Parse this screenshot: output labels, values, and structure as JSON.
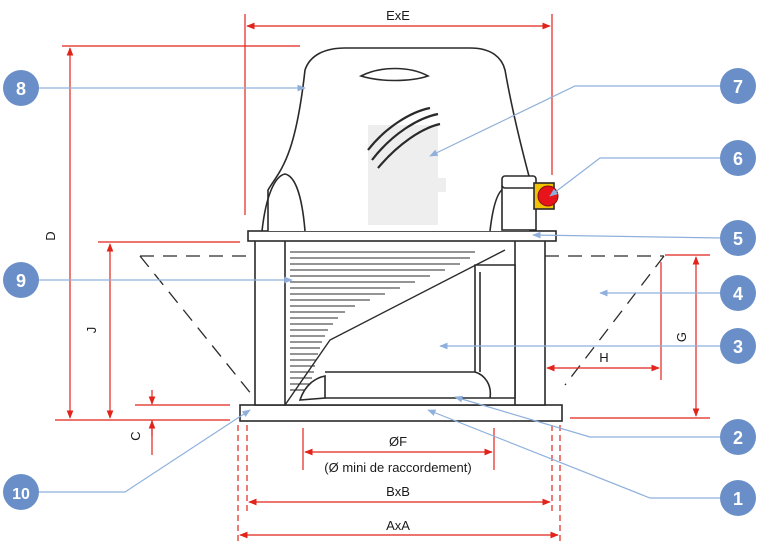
{
  "dimensions": {
    "exe": "ExE",
    "d": "D",
    "j": "J",
    "c": "C",
    "g": "G",
    "h": "H",
    "of": "ØF",
    "of_note": "(Ø mini de raccordement)",
    "bxb": "BxB",
    "axa": "AxA"
  },
  "callouts": [
    "1",
    "2",
    "3",
    "4",
    "5",
    "6",
    "7",
    "8",
    "9",
    "10"
  ],
  "colors": {
    "dimension_red": "#e2231a",
    "callout_blue": "#6a8fc8",
    "leader_blue": "#8fb0dc",
    "outline": "#2a2a2a",
    "switch_red": "#e8141c",
    "switch_yellow": "#f0c400"
  }
}
